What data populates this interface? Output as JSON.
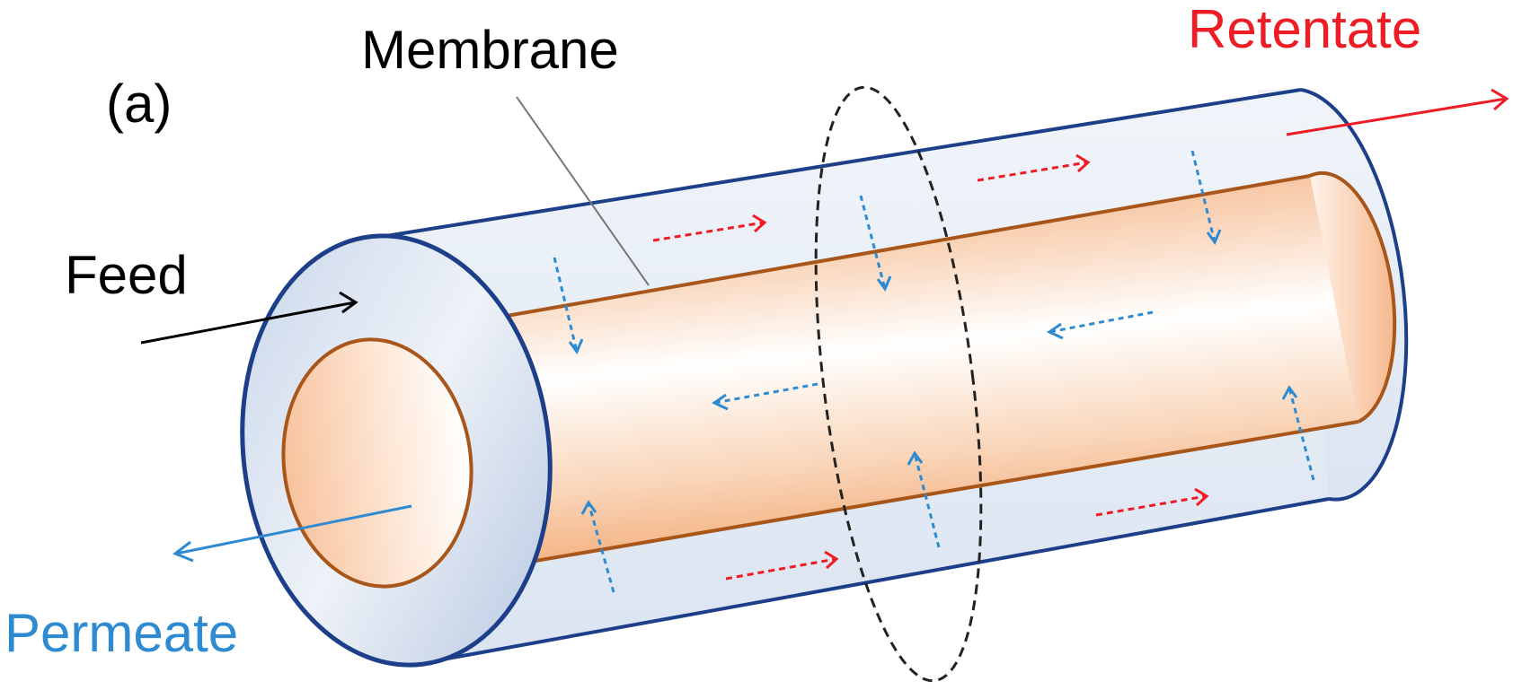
{
  "panel_label": "(a)",
  "labels": {
    "membrane": "Membrane",
    "feed": "Feed",
    "retentate": "Retentate",
    "permeate": "Permeate"
  },
  "colors": {
    "shell_outline": "#1d3f8a",
    "shell_fill": "#e9eff7",
    "membrane_outline": "#a8561a",
    "membrane_fill": "#f8c9a6",
    "retentate": "#ee1c24",
    "permeate": "#2e8bd1",
    "feed": "#000000",
    "section_outline": "#222222",
    "leader_line": "#777777"
  },
  "icons": {
    "feed_arrow": "arrow-right-icon",
    "retentate_arrow": "arrow-right-icon",
    "permeate_arrow": "arrow-left-icon"
  }
}
